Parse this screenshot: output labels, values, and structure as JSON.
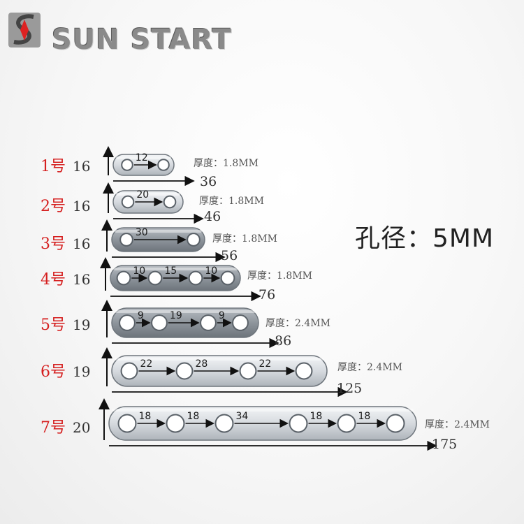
{
  "brand": {
    "name": "SUN START",
    "logo_icon": "s-logo-icon"
  },
  "hole_diameter": "孔径：5MM",
  "plates": [
    {
      "id": "1号",
      "width": "16",
      "thickness": "厚度：1.8MM",
      "length": "36",
      "spacings": [
        "12"
      ]
    },
    {
      "id": "2号",
      "width": "16",
      "thickness": "厚度：1.8MM",
      "length": "46",
      "spacings": [
        "20"
      ]
    },
    {
      "id": "3号",
      "width": "16",
      "thickness": "厚度：1.8MM",
      "length": "56",
      "spacings": [
        "30"
      ]
    },
    {
      "id": "4号",
      "width": "16",
      "thickness": "厚度：1.8MM",
      "length": "76",
      "spacings": [
        "10",
        "15",
        "10"
      ]
    },
    {
      "id": "5号",
      "width": "19",
      "thickness": "厚度：2.4MM",
      "length": "86",
      "spacings": [
        "9",
        "19",
        "9"
      ]
    },
    {
      "id": "6号",
      "width": "19",
      "thickness": "厚度：2.4MM",
      "length": "125",
      "spacings": [
        "22",
        "28",
        "22"
      ]
    },
    {
      "id": "7号",
      "width": "20",
      "thickness": "厚度：2.4MM",
      "length": "175",
      "spacings": [
        "18",
        "18",
        "34",
        "18",
        "18"
      ]
    }
  ]
}
